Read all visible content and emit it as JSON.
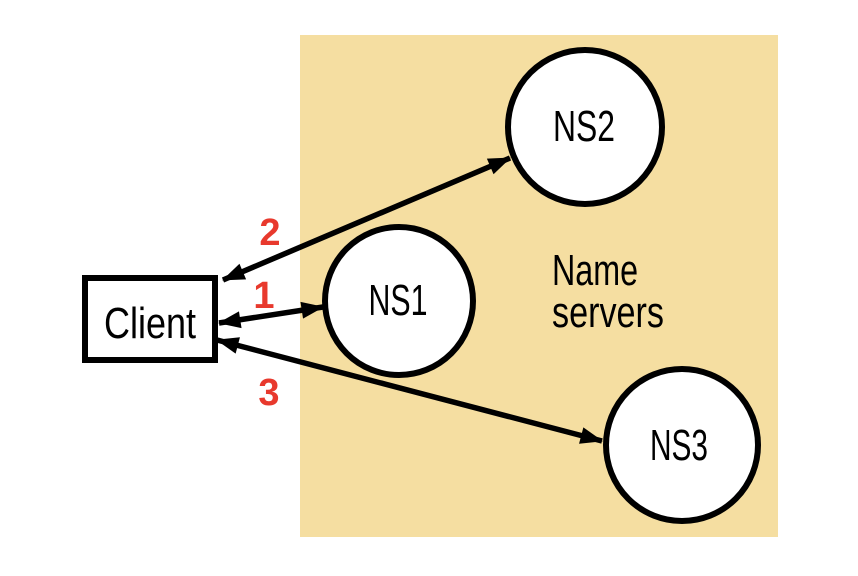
{
  "diagram": {
    "kind": "dns-name-resolution",
    "client": {
      "label": "Client"
    },
    "region": {
      "label_line1": "Name",
      "label_line2": "servers"
    },
    "nodes": [
      {
        "id": "ns1",
        "label": "NS1"
      },
      {
        "id": "ns2",
        "label": "NS2"
      },
      {
        "id": "ns3",
        "label": "NS3"
      }
    ],
    "arrows": [
      {
        "number": "1",
        "from": "Client",
        "to": "NS1",
        "bidirectional": true
      },
      {
        "number": "2",
        "from": "Client",
        "to": "NS2",
        "bidirectional": true
      },
      {
        "number": "3",
        "from": "Client",
        "to": "NS3",
        "bidirectional": true
      }
    ],
    "colors": {
      "background": "#ffffff",
      "region_fill": "#F5DEA1",
      "node_fill": "#ffffff",
      "line_color": "#000000",
      "text_color": "#000000",
      "number_color": "#E8392D"
    }
  }
}
